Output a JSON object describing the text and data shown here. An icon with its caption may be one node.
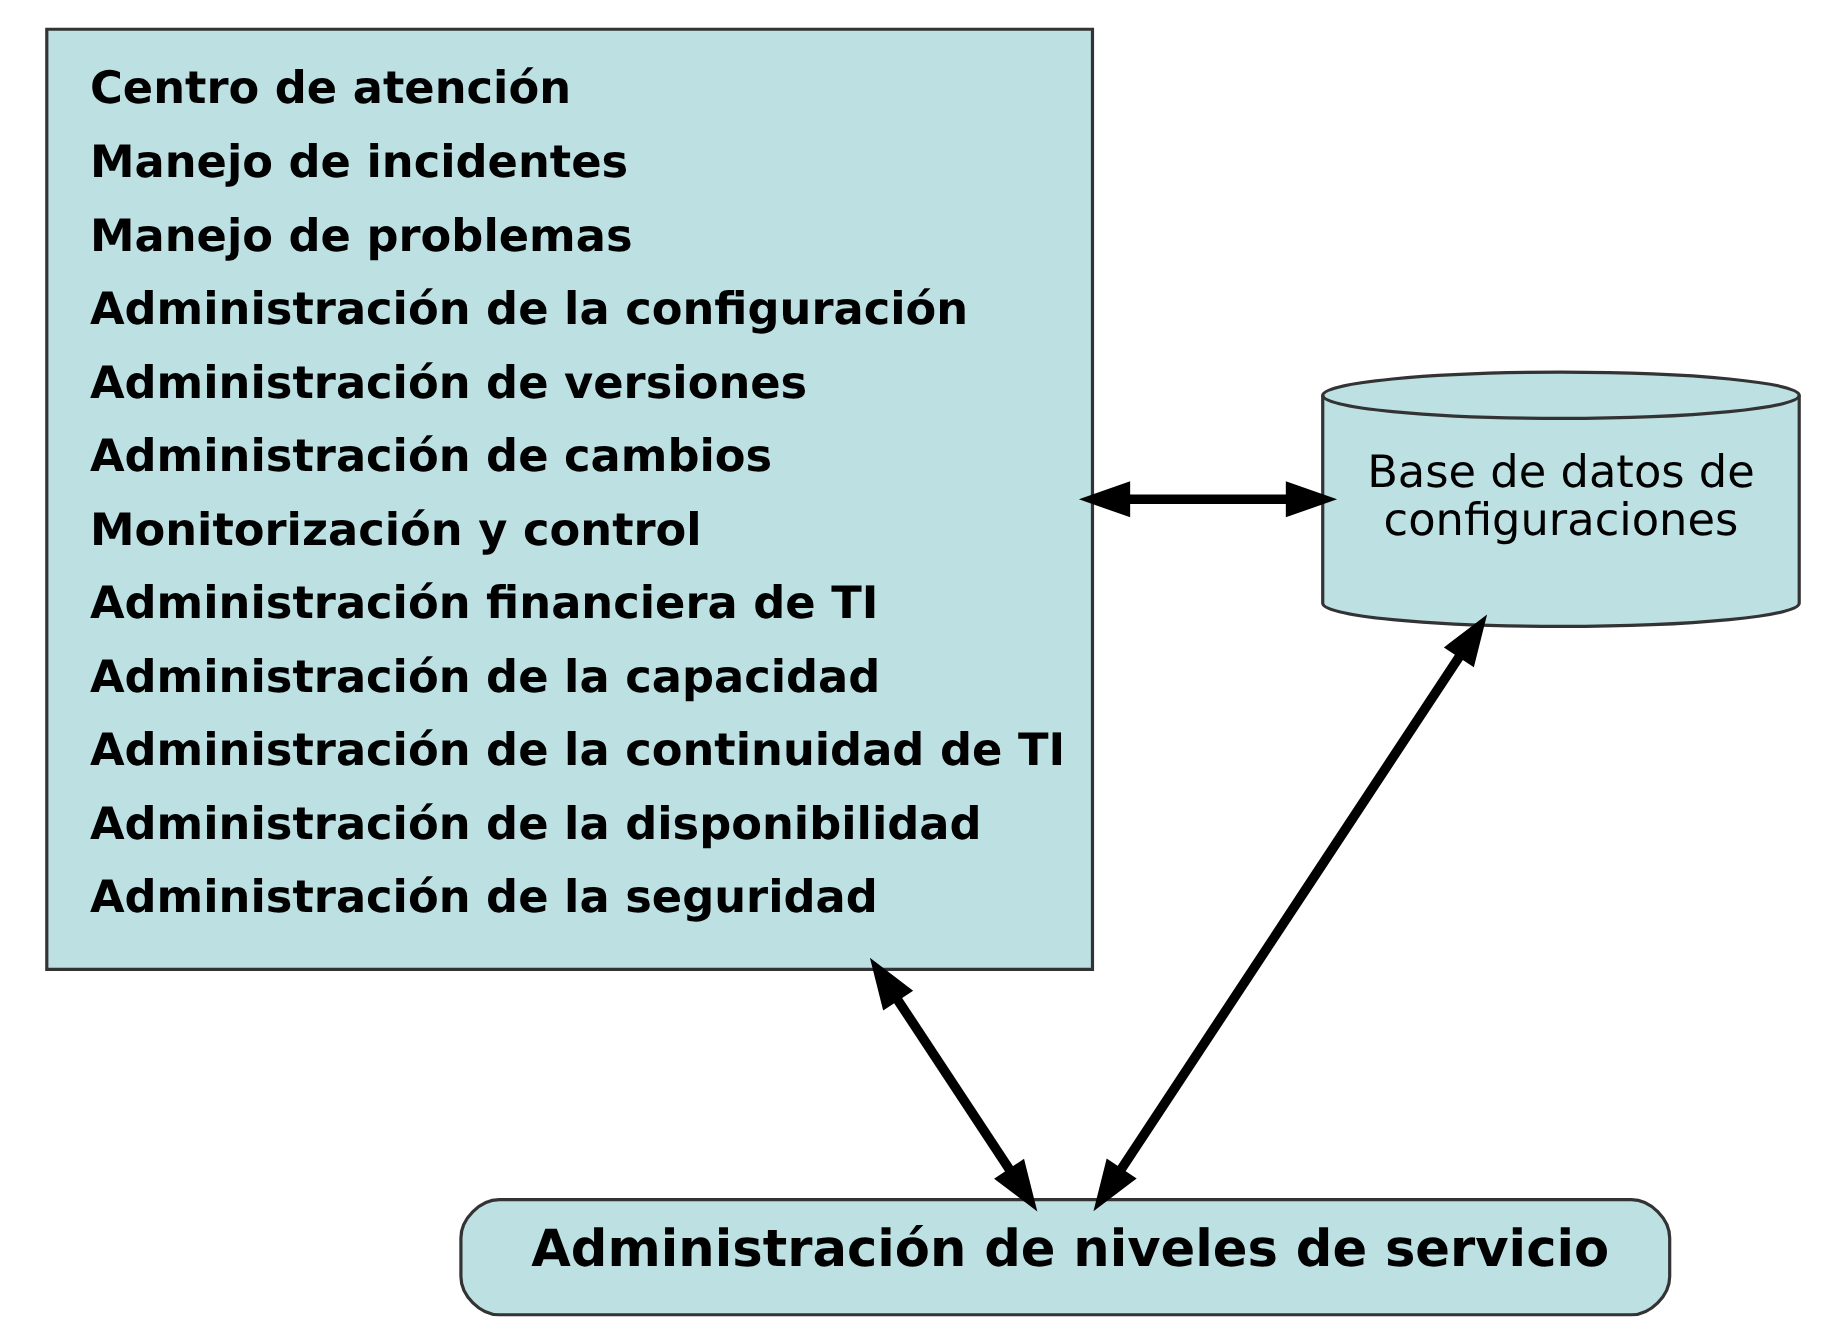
{
  "diagram": {
    "nodes": [
      {
        "text": [
          "Centro de atención",
          "Manejo de incidentes",
          "Manejo de problemas",
          "Administración de la configuración",
          "Administración de versiones",
          "Administración de cambios",
          "Monitorización y control",
          "Administración financiera de TI",
          "Administración de la capacidad",
          "Administración de la continuidad de TI",
          "Administración de la disponibilidad",
          "Administración de la seguridad"
        ]
      },
      {
        "text": [
          "Base de datos de configuraciones"
        ]
      },
      {
        "text": [
          "Administración de niveles de servicio"
        ]
      }
    ],
    "edges": [
      {
        "from": 0,
        "to": 1,
        "arrow": "both"
      },
      {
        "from": 0,
        "to": 2,
        "arrow": "both"
      },
      {
        "from": 1,
        "to": 2,
        "arrow": "both"
      }
    ]
  }
}
